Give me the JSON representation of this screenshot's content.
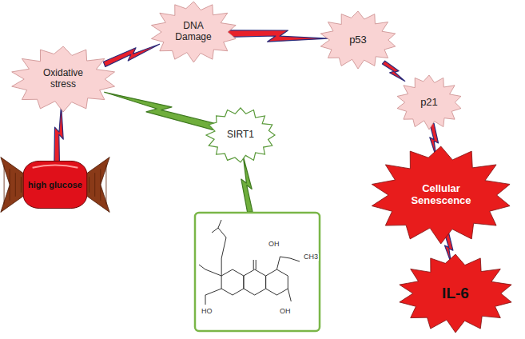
{
  "diagram": {
    "nodes": [
      {
        "text": [
          "Oxidative stress"
        ]
      },
      {
        "text": [
          "DNA Damage"
        ]
      },
      {
        "text": [
          "p53"
        ]
      },
      {
        "text": [
          "p21"
        ]
      },
      {
        "text": [
          "Cellular Senescence"
        ]
      },
      {
        "text": [
          "IL-6"
        ]
      },
      {
        "text": [
          "high glucose"
        ]
      },
      {
        "text": [
          "SIRT1"
        ]
      },
      {
        "text": [
          "OH",
          "CH3",
          "HO",
          "OH"
        ]
      }
    ],
    "edges": [
      {
        "from": 6,
        "to": 0,
        "arrow": "none"
      },
      {
        "from": 0,
        "to": 1,
        "arrow": "none"
      },
      {
        "from": 1,
        "to": 2,
        "arrow": "none"
      },
      {
        "from": 2,
        "to": 3,
        "arrow": "none"
      },
      {
        "from": 3,
        "to": 4,
        "arrow": "none"
      },
      {
        "from": 4,
        "to": 5,
        "arrow": "none"
      },
      {
        "from": 7,
        "to": 0,
        "arrow": "none"
      },
      {
        "from": 8,
        "to": 7,
        "arrow": "none"
      }
    ]
  }
}
